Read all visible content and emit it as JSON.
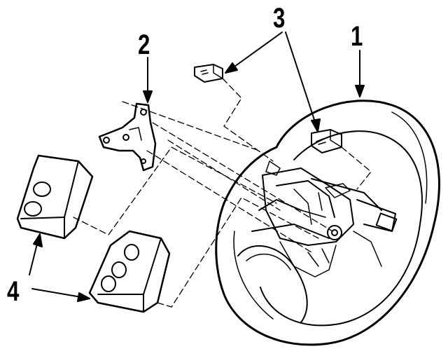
{
  "callouts": {
    "steering_wheel": "1",
    "bracket": "2",
    "switch": "3",
    "horn_pad": "4"
  },
  "colors": {
    "ink": "#000000",
    "paper": "#ffffff"
  }
}
